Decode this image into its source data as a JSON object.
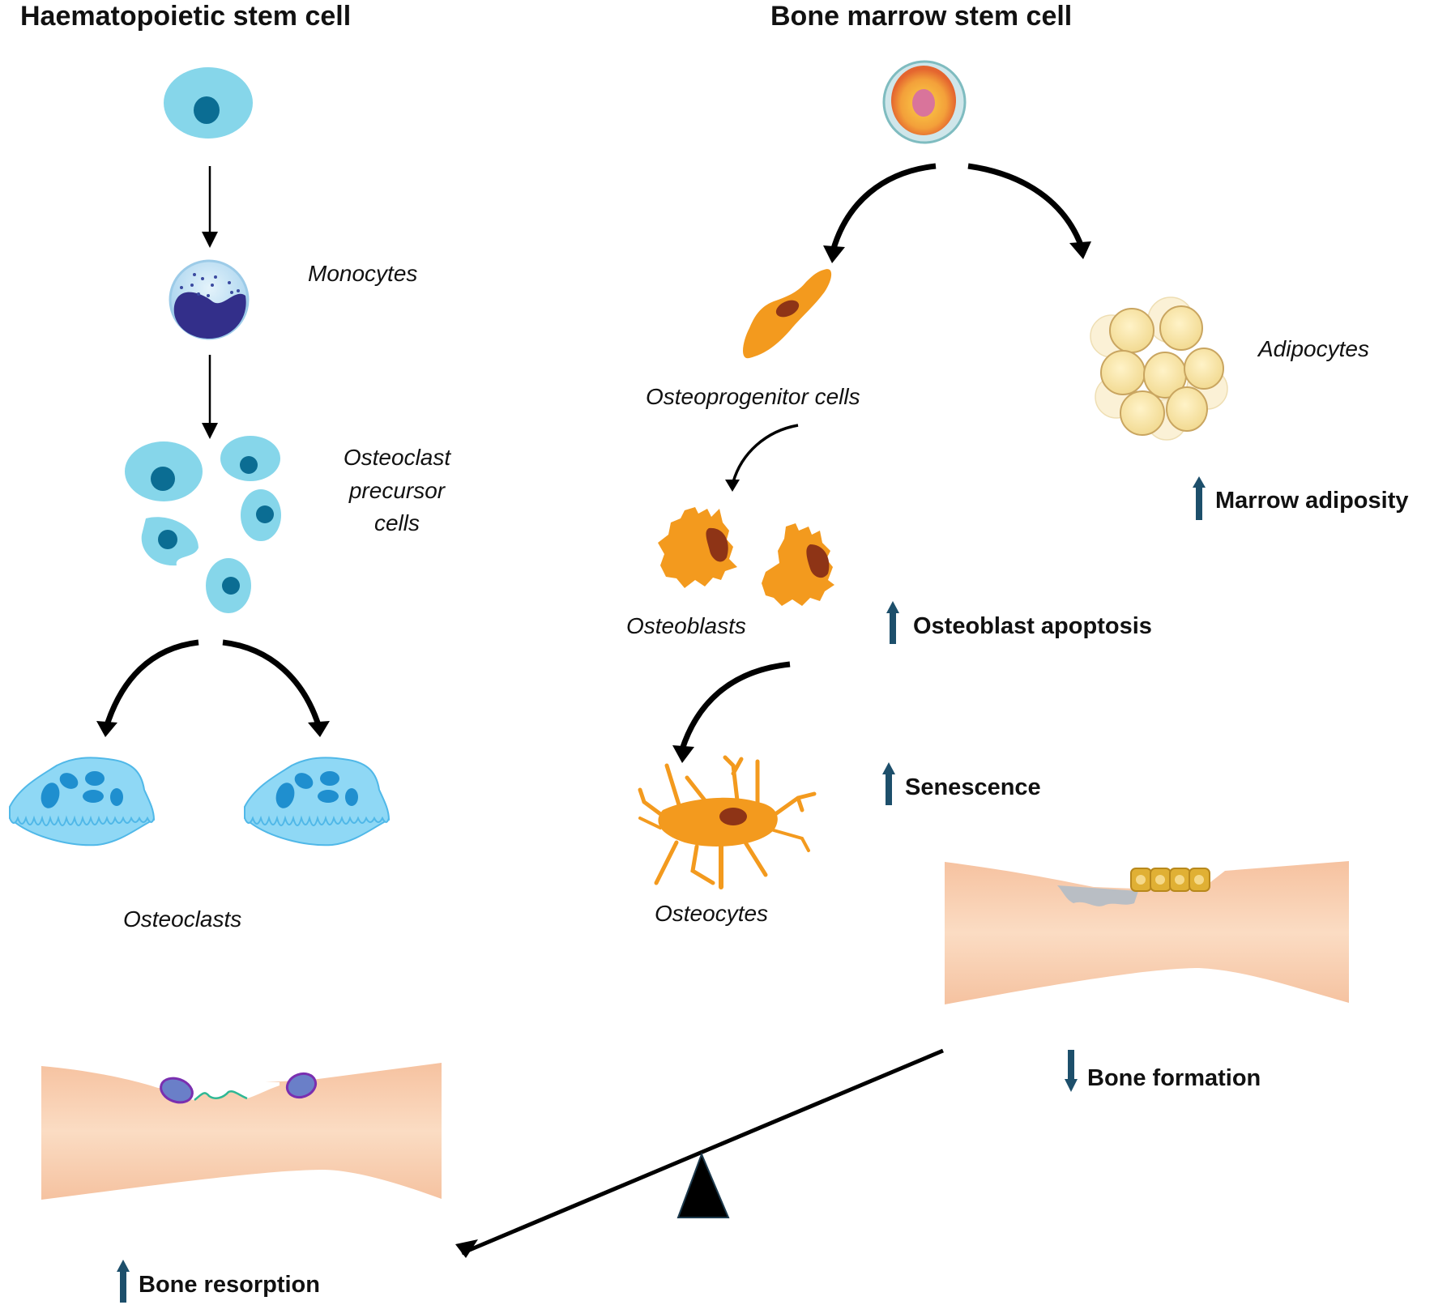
{
  "titles": {
    "left": "Haematopoietic stem cell",
    "right": "Bone marrow stem cell"
  },
  "labels": {
    "monocytes": "Monocytes",
    "osteoclast_precursor": [
      "Osteoclast",
      "precursor",
      "cells"
    ],
    "osteoclasts": "Osteoclasts",
    "osteoprogenitor": "Osteoprogenitor cells",
    "adipocytes": "Adipocytes",
    "osteoblasts": "Osteoblasts",
    "osteocytes": "Osteocytes"
  },
  "effects": [
    {
      "id": "marrow-adiposity",
      "text": "Marrow adiposity",
      "direction": "up"
    },
    {
      "id": "osteoblast-apoptosis",
      "text": "Osteoblast apoptosis",
      "direction": "up"
    },
    {
      "id": "senescence",
      "text": "Senescence",
      "direction": "up"
    },
    {
      "id": "bone-formation",
      "text": "Bone formation",
      "direction": "down"
    },
    {
      "id": "bone-resorption",
      "text": "Bone resorption",
      "direction": "up"
    }
  ],
  "colors": {
    "hsc_cytoplasm": "#86d6ea",
    "hsc_nucleus": "#0b6d93",
    "osteoclast": "#8fd8f5",
    "osteoclast_nucleus": "#1f8fcf",
    "osteo_orange": "#f39a1e",
    "osteo_nucleus": "#8e3416",
    "adipocyte": "#f8e4a6",
    "bone": "#f9cfae",
    "effect_arrow": "#1d4f6b"
  }
}
